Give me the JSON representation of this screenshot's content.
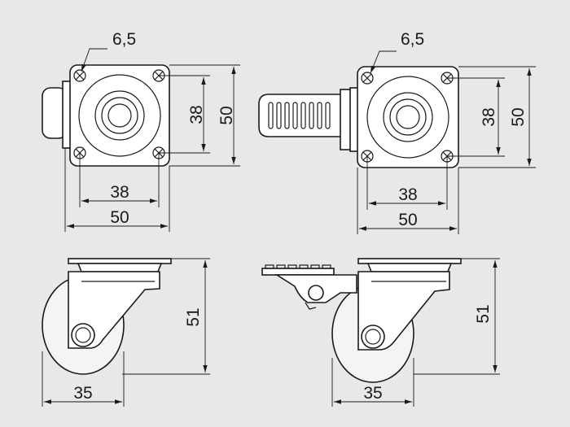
{
  "drawing": {
    "top_left": {
      "hole_dia": "6,5",
      "bolt_spacing_v": "38",
      "plate_height": "50",
      "bolt_spacing_h": "38",
      "plate_width": "50"
    },
    "top_right": {
      "hole_dia": "6,5",
      "bolt_spacing_v": "38",
      "plate_height": "50",
      "bolt_spacing_h": "38",
      "plate_width": "50"
    },
    "side_left": {
      "total_height": "51",
      "wheel_width": "35"
    },
    "side_right": {
      "total_height": "51",
      "wheel_width": "35"
    }
  },
  "colors": {
    "background": "#e8e8e8",
    "line": "#1a1a1a",
    "part_fill": "#ffffff"
  }
}
